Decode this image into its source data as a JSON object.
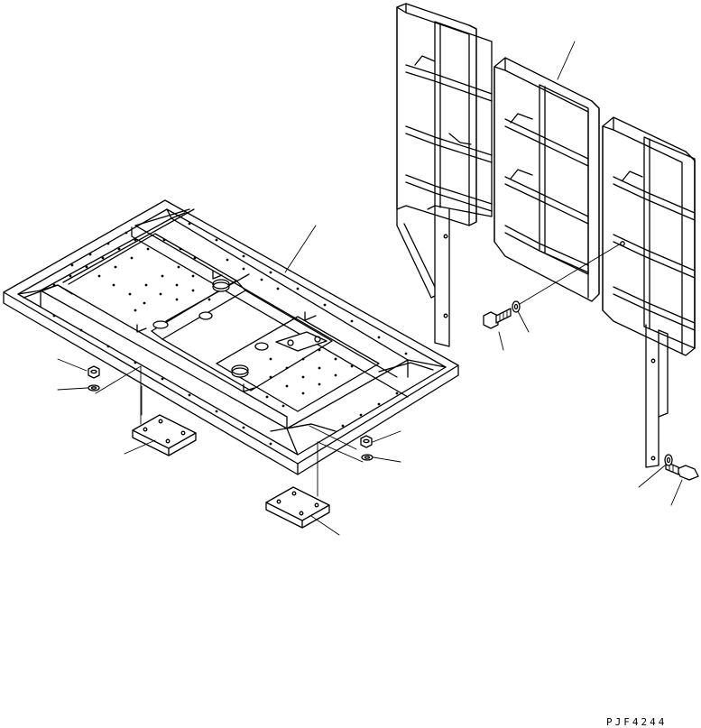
{
  "drawing": {
    "code": "PJF4244"
  },
  "parts": [
    {
      "name": "floor-frame"
    },
    {
      "name": "rear-guard-panel-left"
    },
    {
      "name": "rear-guard-panel-center"
    },
    {
      "name": "rear-guard-panel-right"
    },
    {
      "name": "mount-pad-left"
    },
    {
      "name": "mount-pad-right"
    },
    {
      "name": "nut"
    },
    {
      "name": "washer"
    },
    {
      "name": "bolt"
    }
  ]
}
